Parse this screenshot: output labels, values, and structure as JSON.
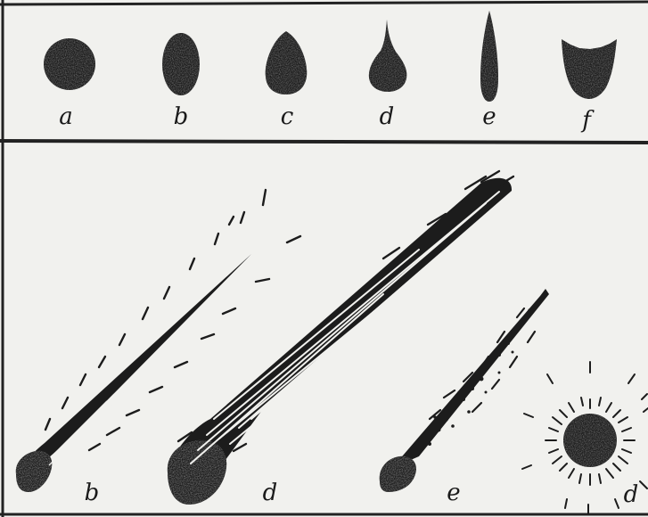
{
  "top_row": {
    "labels": [
      "a",
      "b",
      "c",
      "d",
      "e",
      "f"
    ]
  },
  "bottom_row": {
    "labels": [
      "b",
      "d",
      "e",
      "d"
    ]
  }
}
